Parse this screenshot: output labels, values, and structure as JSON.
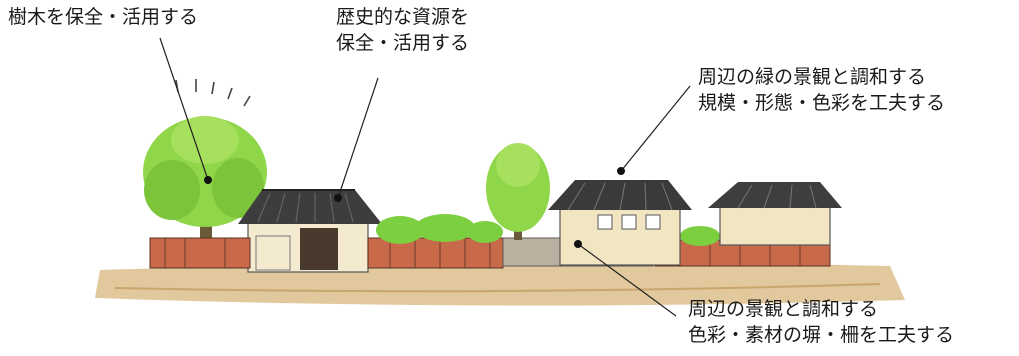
{
  "labels": {
    "trees": [
      "樹木を保全・活用する"
    ],
    "heritage": [
      "歴史的な資源を",
      "保全・活用する"
    ],
    "buildings": [
      "周辺の緑の景観と調和する",
      "規模・形態・色彩を工夫する"
    ],
    "walls": [
      "周辺の景観と調和する",
      "色彩・素材の塀・柵を工夫する"
    ]
  },
  "colors": {
    "tree_green": "#7fcf3a",
    "wall_brick": "#c8694a",
    "roof_dark": "#3a3a3a",
    "plaster": "#f2e6c2",
    "ground": "#c9a46a"
  }
}
